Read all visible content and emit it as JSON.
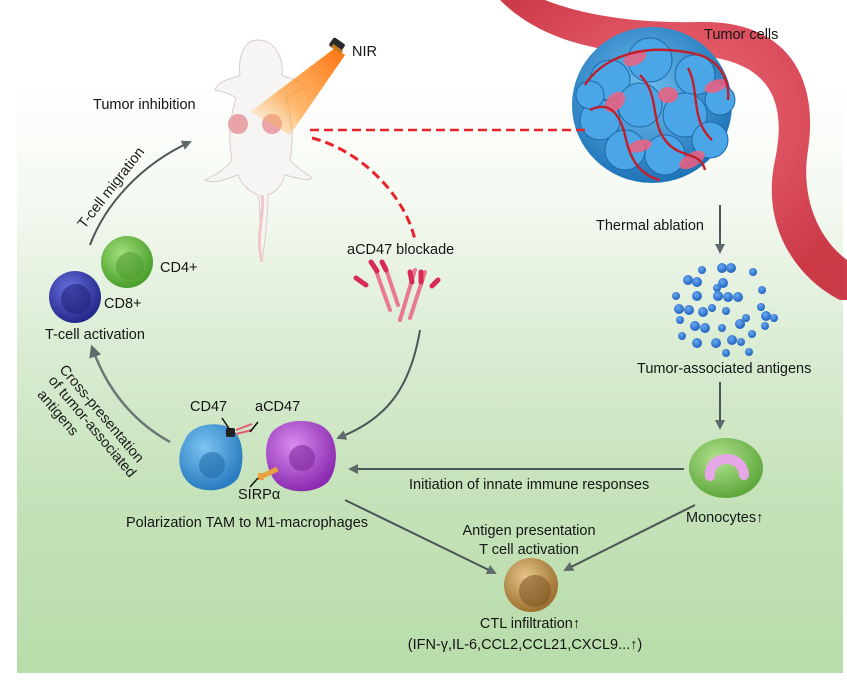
{
  "figure": {
    "nodes": {
      "nir": "NIR",
      "tumor_inhibition": "Tumor inhibition",
      "tumor_cells": "Tumor cells",
      "thermal_ablation": "Thermal ablation",
      "tumor_associated_antigens": "Tumor-associated antigens",
      "acd47_blockade": "aCD47 blockade",
      "cd4": "CD4+",
      "cd8": "CD8+",
      "t_cell_activation": "T-cell activation",
      "cd47": "CD47",
      "acd47": "aCD47",
      "sirpa": "SIRPα",
      "polarization": "Polarization TAM to M1-macrophages",
      "innate_immune": "Initiation of innate immune responses",
      "monocytes": "Monocytes↑",
      "antigen_presentation": "Antigen presentation",
      "t_cell_activation_2": "T cell activation",
      "ctl_infiltration": "CTL infiltration↑",
      "cytokines": "(IFN-γ,IL-6,CCL2,CCL21,CXCL9...↑)"
    },
    "edges": {
      "t_cell_migration": "T-cell migration",
      "cross_presentation": [
        "Cross-presentation",
        "of tumor-associated",
        "antigens"
      ]
    },
    "colors": {
      "dashed_link": "#e8232a",
      "arrow": "#5f6b6b",
      "tumor_blue": "#3b9ede",
      "vessel_red": "#e0414f",
      "cd8_blue": "#3a3fae",
      "cd4_green": "#6cc24a",
      "tam_blue": "#3f9bd9",
      "m1_purple": "#b24fd1",
      "monocyte_green": "#86c85e",
      "monocyte_nucleus": "#e7a6e8",
      "ctl_tan": "#c49a52",
      "antibody_pink": "#e45a78",
      "nir_beam": "#ff7a1a"
    }
  }
}
